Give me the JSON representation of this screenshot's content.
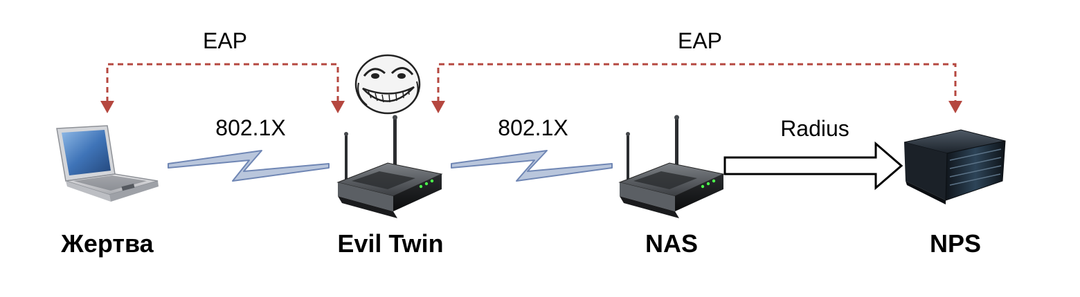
{
  "nodes": {
    "victim": {
      "label": "Жертва",
      "icon": "laptop-icon"
    },
    "evil_twin": {
      "label": "Evil Twin",
      "icon": "router-icon"
    },
    "nas": {
      "label": "NAS",
      "icon": "router-icon"
    },
    "nps": {
      "label": "NPS",
      "icon": "server-icon"
    }
  },
  "links": {
    "victim_to_evil_twin": "802.1X",
    "evil_twin_to_nas": "802.1X",
    "nas_to_nps": "Radius"
  },
  "eap": {
    "left": "EAP",
    "right": "EAP"
  },
  "decor": {
    "icon": "troll-face-icon"
  },
  "colors": {
    "eap_line": "#b5473f",
    "wireless_fill": "#b9c6dc",
    "wireless_stroke": "#6f86b4",
    "radius_arrow_stroke": "#000000"
  }
}
